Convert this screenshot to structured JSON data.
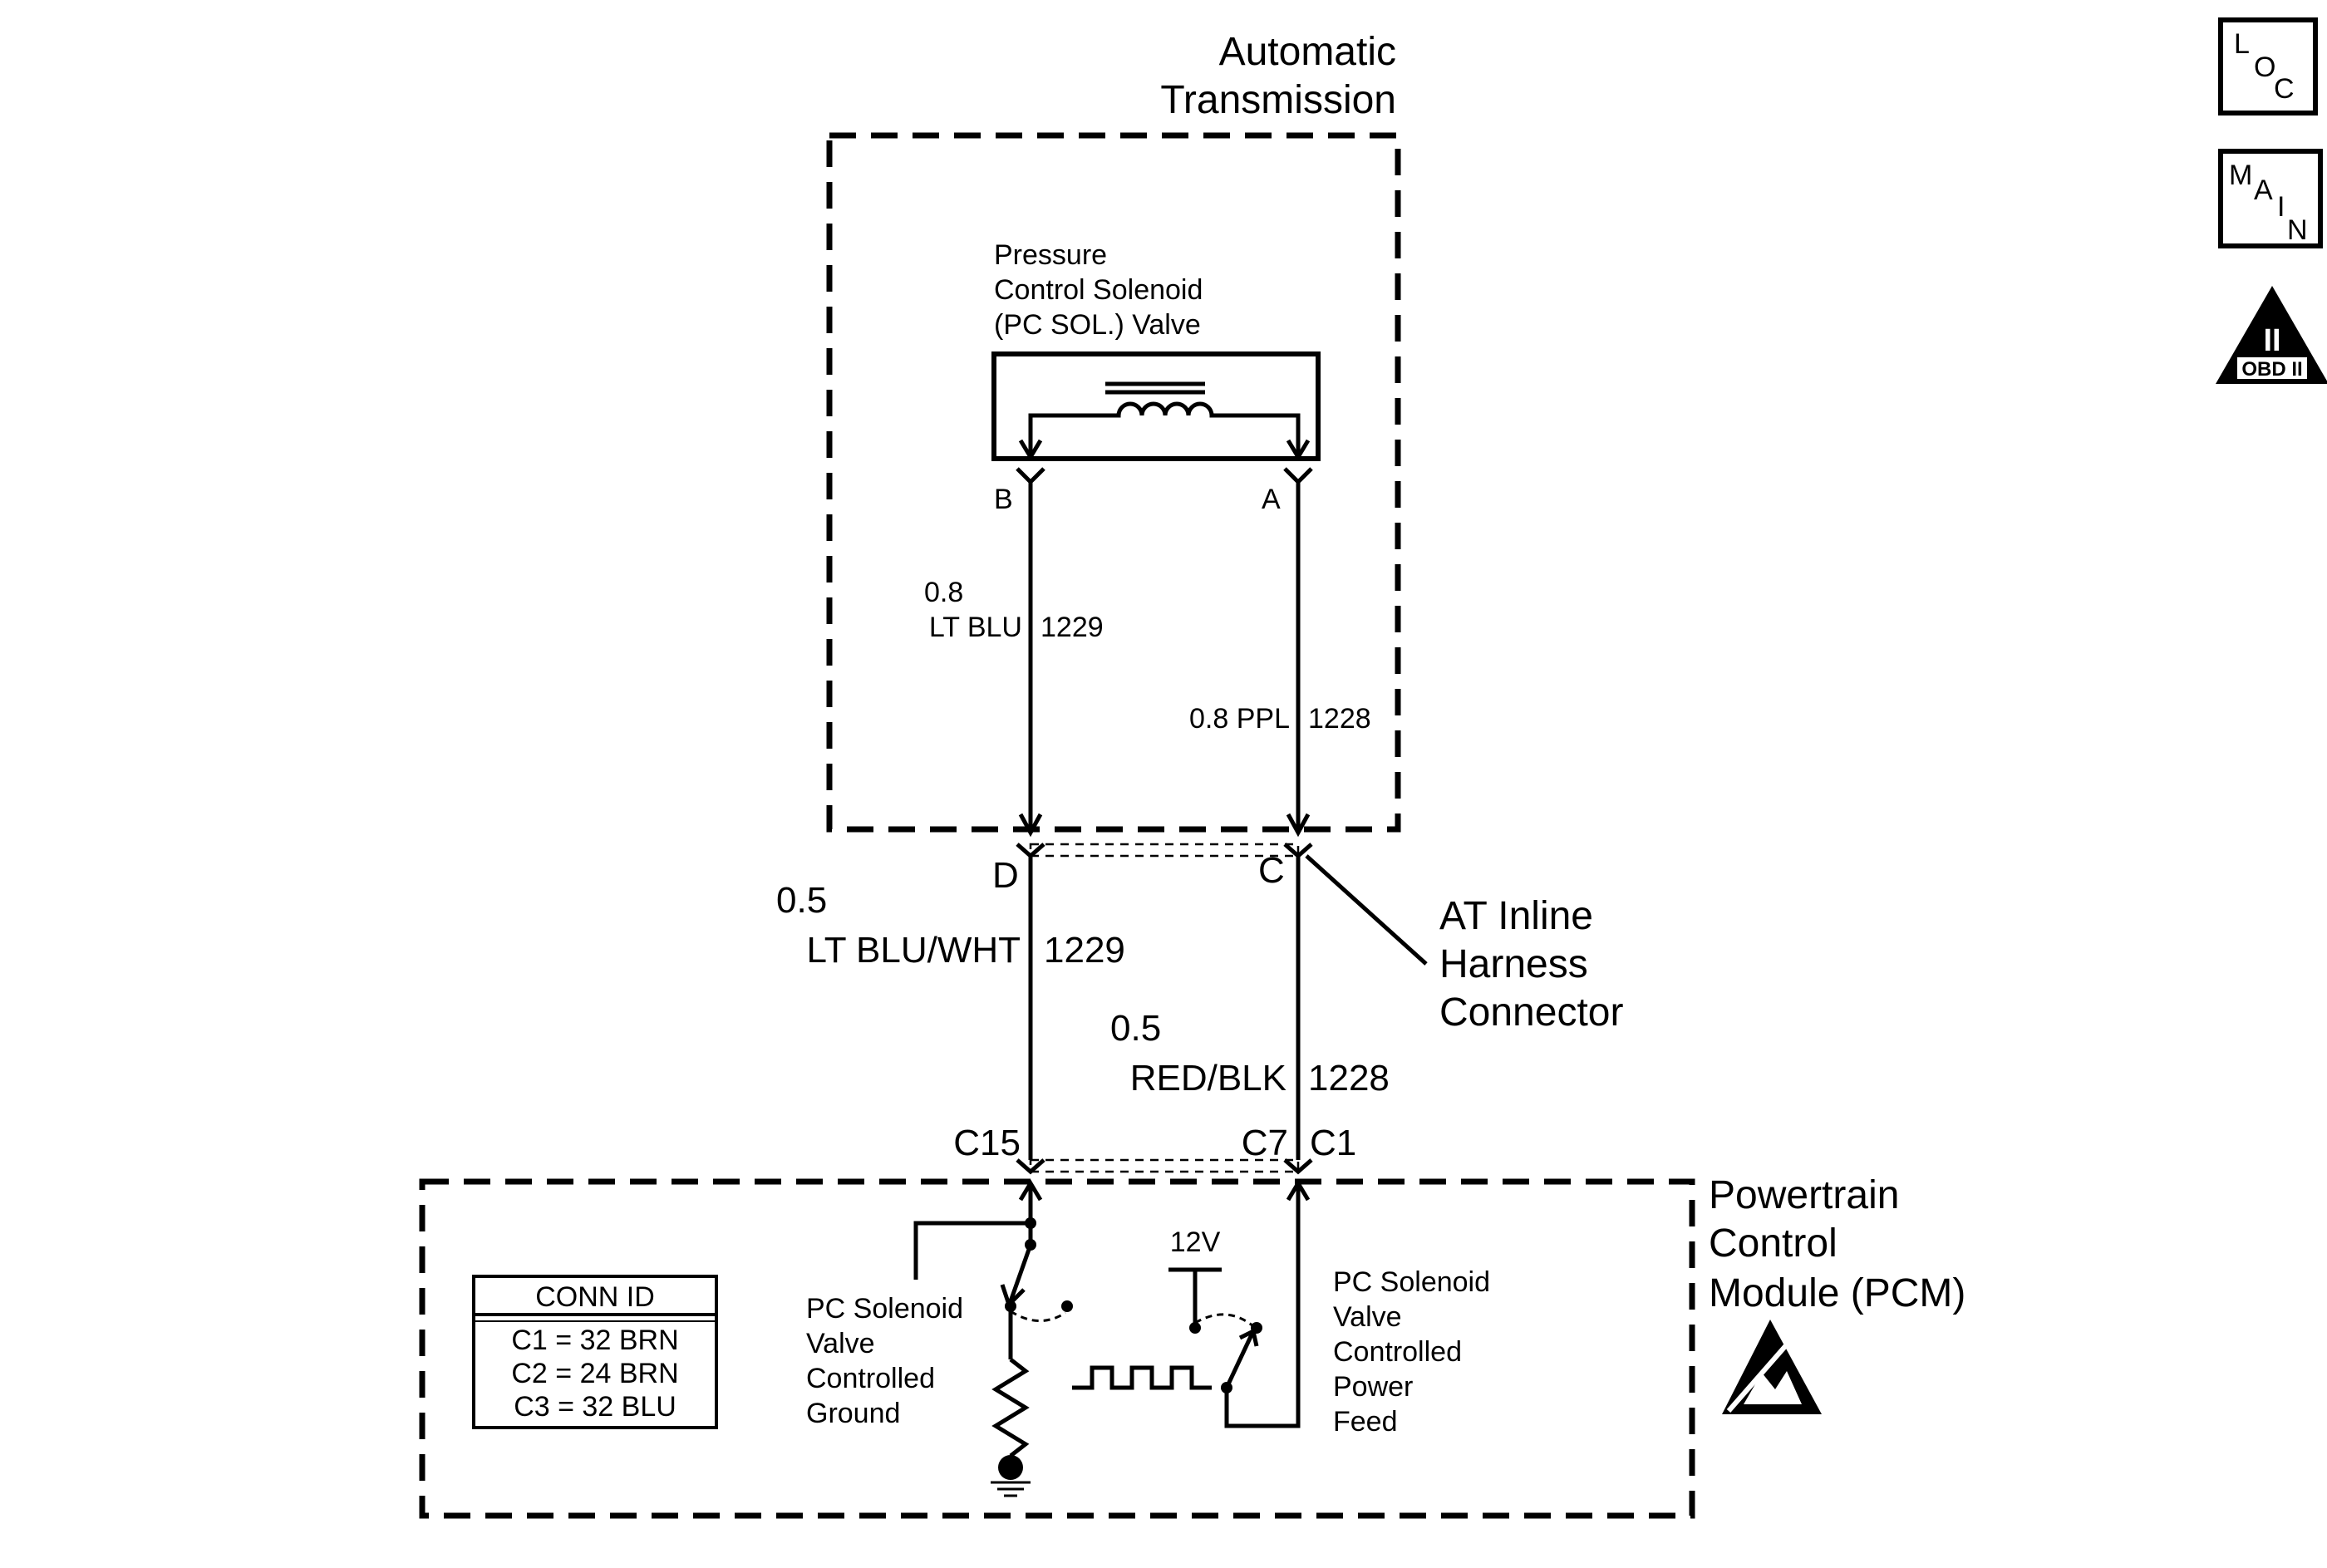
{
  "automatic_transmission": {
    "title_line1": "Automatic",
    "title_line2": "Transmission"
  },
  "solenoid": {
    "label_line1": "Pressure",
    "label_line2": "Control Solenoid",
    "label_line3": "(PC SOL.) Valve",
    "terminal_b": "B",
    "terminal_a": "A"
  },
  "wire_b_inner": {
    "gauge": "0.8",
    "color": "LT BLU",
    "circuit": "1229"
  },
  "wire_a_inner": {
    "gauge_color": "0.8 PPL",
    "circuit": "1228"
  },
  "inline_connector": {
    "pin_d": "D",
    "pin_c": "C",
    "label_line1": "AT Inline",
    "label_line2": "Harness",
    "label_line3": "Connector"
  },
  "wire_d_outer": {
    "gauge": "0.5",
    "color": "LT BLU/WHT",
    "circuit": "1229"
  },
  "wire_c_outer": {
    "gauge": "0.5",
    "color": "RED/BLK",
    "circuit": "1228"
  },
  "pcm_connector": {
    "pin_c15": "C15",
    "pin_c7": "C7",
    "conn_c1": "C1"
  },
  "pcm": {
    "title_line1": "Powertrain",
    "title_line2": "Control",
    "title_line3": "Module (PCM)",
    "ground_label": [
      "PC Solenoid",
      "Valve",
      "Controlled",
      "Ground"
    ],
    "power_label": [
      "PC Solenoid",
      "Valve",
      "Controlled",
      "Power",
      "Feed"
    ],
    "voltage": "12V"
  },
  "conn_id": {
    "header": "CONN ID",
    "rows": [
      "C1 = 32 BRN",
      "C2 = 24 BRN",
      "C3 = 32 BLU"
    ]
  },
  "side_icons": {
    "loc": {
      "l": "L",
      "o": "O",
      "c": "C"
    },
    "main": {
      "m": "M",
      "a": "A",
      "i": "I",
      "n": "N"
    },
    "obd": {
      "numeral": "II",
      "label": "OBD II"
    }
  }
}
